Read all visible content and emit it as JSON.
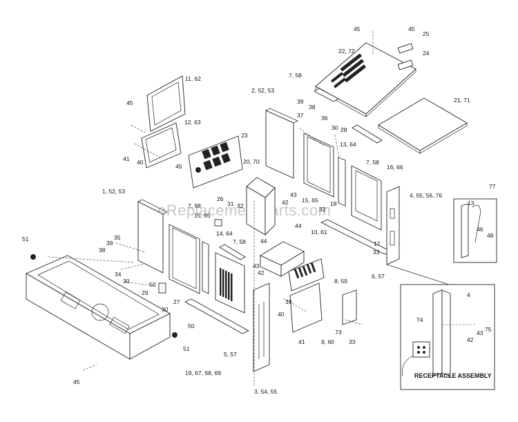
{
  "watermark": "eReplacementParts.com",
  "labels": {
    "l45a": "45",
    "l45b": "45",
    "l25": "25",
    "l24": "24",
    "l22_72": "22, 72",
    "l11_62": "11, 62",
    "l45c": "45",
    "l12_63": "12, 63",
    "l23": "23",
    "l41a": "41",
    "l40a": "40",
    "l45d": "45",
    "l2_52_53": "2, 52, 53",
    "l7_58a": "7, 58",
    "l39a": "39",
    "l38a": "38",
    "l37": "37",
    "l36": "36",
    "l30a": "30",
    "l28": "28",
    "l21_71": "21, 71",
    "l7_58b": "7, 58",
    "l13_64": "13, 64",
    "l16_66": "16, 66",
    "l20_70": "20, 70",
    "l15_65a": "15, 65",
    "l32a": "32",
    "l18": "18",
    "l4_55_56_76": "4, 55, 56, 76",
    "l77": "77",
    "l13": "13",
    "l46": "46",
    "l48": "48",
    "l1_52_53": "1, 52, 53",
    "l7_58c": "7, 58",
    "l15_65b": "15, 65",
    "l26": "26",
    "l31": "31",
    "l32b": "32",
    "l43a": "43",
    "l42a": "42",
    "l44a": "44",
    "l10_61": "10, 61",
    "l17": "17",
    "l33a": "33",
    "l6_57": "6, 57",
    "l51a": "51",
    "l35": "35",
    "l39b": "39",
    "l38b": "38",
    "l14_64": "14, 64",
    "l7_58d": "7, 58",
    "l44b": "44",
    "l43b": "43",
    "l42b": "42",
    "l34": "34",
    "l30b": "30",
    "l50a": "50",
    "l29": "29",
    "l27": "27",
    "l8_59": "8, 59",
    "l30c": "30",
    "l50b": "50",
    "l40b": "40",
    "l39c": "39",
    "l41b": "41",
    "l9_60": "9, 60",
    "l73": "73",
    "l33b": "33",
    "l4": "4",
    "l74": "74",
    "l43c": "43",
    "l75": "75",
    "l42c": "42",
    "l51b": "51",
    "l45e": "45",
    "l19": "19, 67, 68, 69",
    "l5_57": "5, 57",
    "l3_54_55": "3, 54, 55"
  },
  "callout": "RECEPTACLE ASSEMBLY"
}
